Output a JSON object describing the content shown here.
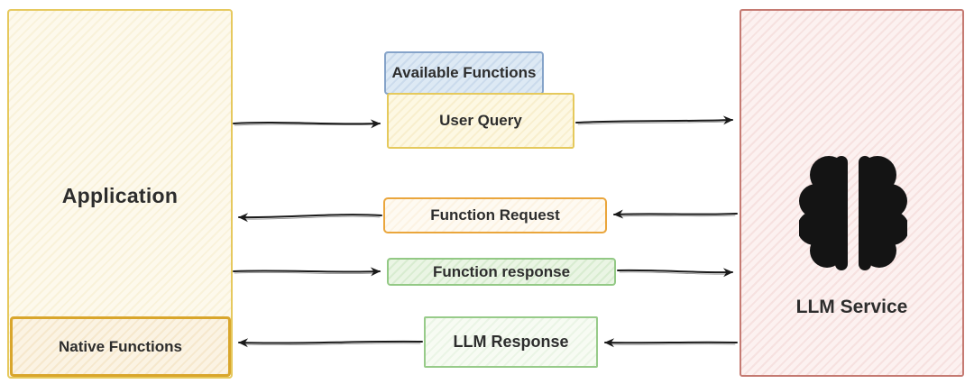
{
  "diagram": {
    "title_implicit": "LLM function calling flow",
    "application": {
      "label": "Application",
      "native_functions_label": "Native Functions"
    },
    "llm_service": {
      "label": "LLM Service",
      "icon": "brain-icon"
    },
    "messages": {
      "available_functions": "Available Functions",
      "user_query": "User Query",
      "function_request": "Function Request",
      "function_response": "Function response",
      "llm_response": "LLM Response"
    },
    "flows": [
      {
        "from": "application",
        "to": "user-query",
        "direction": "right"
      },
      {
        "from": "user-query",
        "to": "llm-service",
        "direction": "right"
      },
      {
        "from": "llm-service",
        "to": "function-request",
        "direction": "left"
      },
      {
        "from": "function-request",
        "to": "application",
        "direction": "left"
      },
      {
        "from": "application",
        "to": "function-response",
        "direction": "right"
      },
      {
        "from": "function-response",
        "to": "llm-service",
        "direction": "right"
      },
      {
        "from": "llm-service",
        "to": "llm-response",
        "direction": "left"
      },
      {
        "from": "llm-response",
        "to": "native-functions",
        "direction": "left"
      }
    ],
    "colors": {
      "application_border": "#e6c95e",
      "application_fill": "#fdf9ec",
      "native_functions_border": "#d9a62c",
      "native_functions_fill": "#fbf3e3",
      "available_functions_border": "#85a3c9",
      "available_functions_fill": "#dde9f4",
      "user_query_border": "#e5c95c",
      "user_query_fill": "#fdf8e3",
      "function_request_border": "#eaa63c",
      "function_request_fill": "#fefaf2",
      "function_response_border": "#93c985",
      "function_response_fill": "#eaf5e4",
      "llm_response_border": "#97cb89",
      "llm_response_fill": "#f7fbf3",
      "llm_service_border": "#c57a72",
      "llm_service_fill": "#fcf1f0",
      "arrow": "#1a1a1a",
      "text": "#2d2d2d",
      "brain_icon": "#141414"
    }
  }
}
